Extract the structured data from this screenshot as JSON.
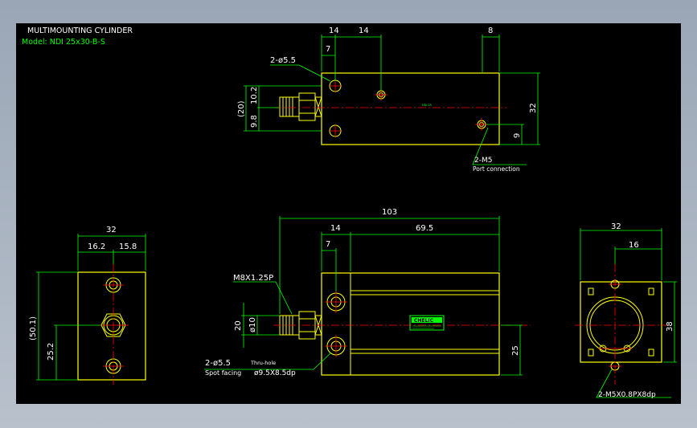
{
  "header": {
    "title": "MULTIMOUNTING CYLINDER",
    "model": "Model: NDI 25x30-B-S"
  },
  "top_view": {
    "dim_14a": "14",
    "dim_14b": "14",
    "dim_8": "8",
    "dim_7": "7",
    "hole_label": "2-ø5.5",
    "dim_102": "10.2",
    "dim_98": "9.8",
    "dim_20p": "(20)",
    "dim_32": "32",
    "dim_9": "9",
    "port_label": "2-M5",
    "port_sub": "Port connection",
    "center_tag": "NDI 25"
  },
  "front_view": {
    "dim_103": "103",
    "dim_14": "14",
    "dim_695": "69.5",
    "dim_7": "7",
    "thread_label": "M8X1.25P",
    "dim_20": "20",
    "dim_phi10": "ø10",
    "dim_25": "25",
    "hole_label": "2-ø5.5",
    "hole_note": "Thru-hole",
    "spot_label": "Spot facing",
    "spot_value": "ø9.5X8.5dp",
    "nameplate": "CHELIC"
  },
  "left_view": {
    "dim_32": "32",
    "dim_162": "16.2",
    "dim_158": "15.8",
    "dim_501": "(50.1)",
    "dim_252": "25.2"
  },
  "right_view": {
    "dim_32": "32",
    "dim_16": "16",
    "dim_38": "38",
    "tap_label": "2-M5X0.8PX8dp"
  },
  "colors": {
    "background": "#000000",
    "body": "#ffff00",
    "dimension": "#00ff00",
    "centerline": "#ff0000",
    "text": "#ffffff"
  }
}
